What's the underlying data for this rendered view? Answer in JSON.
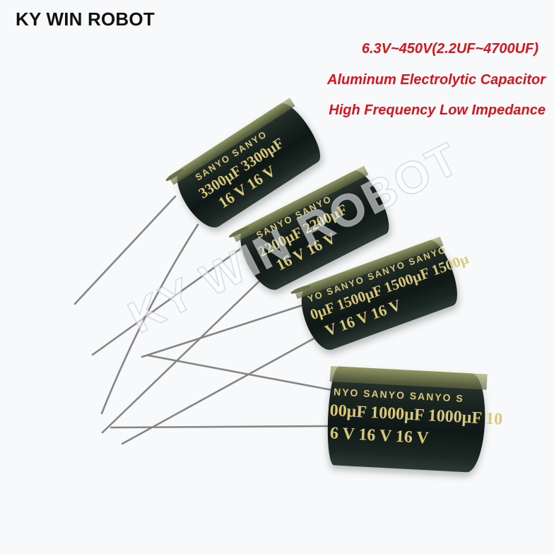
{
  "header": {
    "brand": "KY WIN ROBOT",
    "spec_lines": [
      "6.3V~450V(2.2UF~4700UF)",
      "Aluminum Electrolytic Capacitor",
      "High Frequency Low Impedance"
    ]
  },
  "watermark": "KY WIN ROBOT",
  "colors": {
    "background": "#f7f9fa",
    "brand_text": "#111111",
    "spec_text": "#d8141c",
    "capacitor_body": "#16201d",
    "capacitor_print": "#d9c77a",
    "lead_wire": "#8a8a8a"
  },
  "capacitors": [
    {
      "manufacturer": "SANYO",
      "capacitance": "3300µF",
      "voltage": "16 V",
      "brand_text": "SANYO  SANYO",
      "value_text": "3300µF 3300µF",
      "volt_text": "16 V    16 V"
    },
    {
      "manufacturer": "SANYO",
      "capacitance": "2200µF",
      "voltage": "16 V",
      "brand_text": "SANYO  SANYO",
      "value_text": "2200µF 2200µF",
      "volt_text": "16 V    16 V"
    },
    {
      "manufacturer": "SANYO",
      "capacitance": "1500µF",
      "voltage": "16 V",
      "brand_text": "YO SANYO SANYO SANYO",
      "value_text": "0µF 1500µF 1500µF 1500µ",
      "volt_text": "V   16 V   16 V"
    },
    {
      "manufacturer": "SANYO",
      "capacitance": "1000µF",
      "voltage": "16 V",
      "brand_text": "NYO SANYO SANYO S",
      "value_text": "00µF 1000µF 1000µF 10",
      "volt_text": "6 V   16 V   16 V"
    }
  ]
}
